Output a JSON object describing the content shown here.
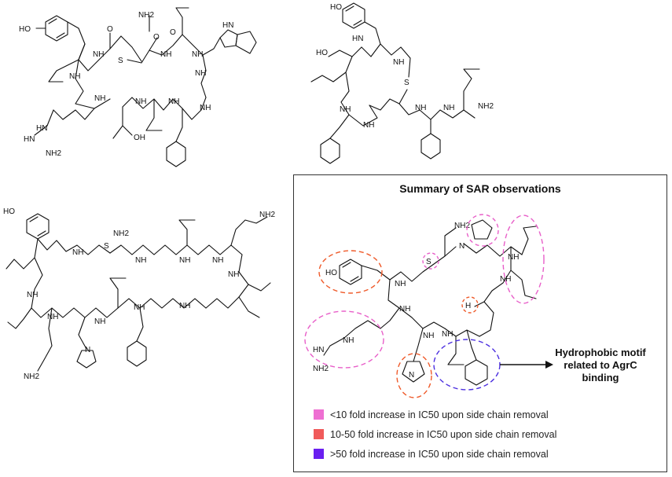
{
  "summary": {
    "title": "Summary of SAR observations",
    "motif_label": "Hydrophobic motif related to AgrC binding"
  },
  "legend": [
    {
      "label": "<10 fold increase in IC50 upon side chain removal",
      "color": "#ee6fd2"
    },
    {
      "label": "10-50 fold increase in IC50 upon side chain removal",
      "color": "#f05a5a"
    },
    {
      "label": ">50 fold increase in IC50 upon side chain removal",
      "color": "#6a1ff0"
    }
  ],
  "highlight_colors": {
    "pink": "#e85fc9",
    "orange": "#ef5a2a",
    "blue": "#4b2ee0"
  },
  "atom_labels": {
    "oh": "HO",
    "oh_r": "OH",
    "nh2": "NH2",
    "nh": "NH",
    "hn": "HN",
    "n": "N",
    "h": "H",
    "s": "S",
    "o": "O"
  }
}
